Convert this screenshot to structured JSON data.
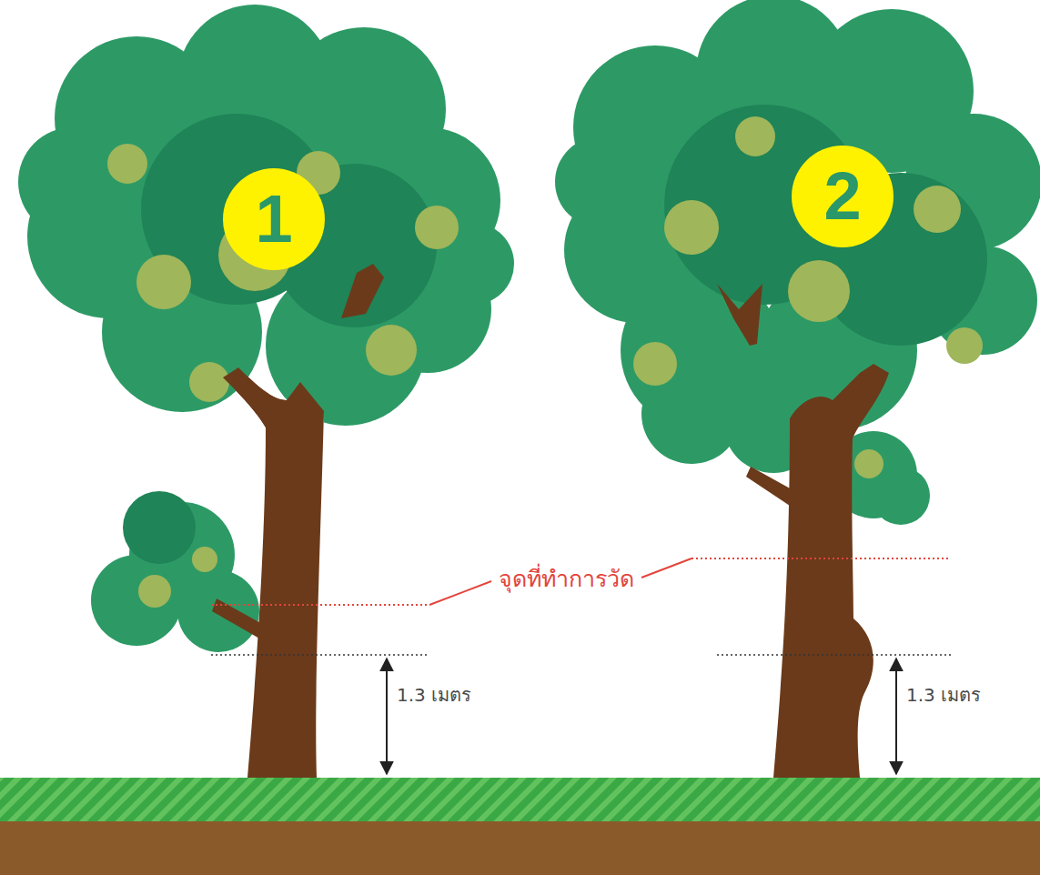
{
  "diagram": {
    "nodes": [
      {
        "text": [
          "1"
        ]
      },
      {
        "text": [
          "2"
        ]
      }
    ],
    "labels": [
      "จุดที่ทำการวัด",
      "1.3 เมตร",
      "1.3 เมตร"
    ]
  }
}
